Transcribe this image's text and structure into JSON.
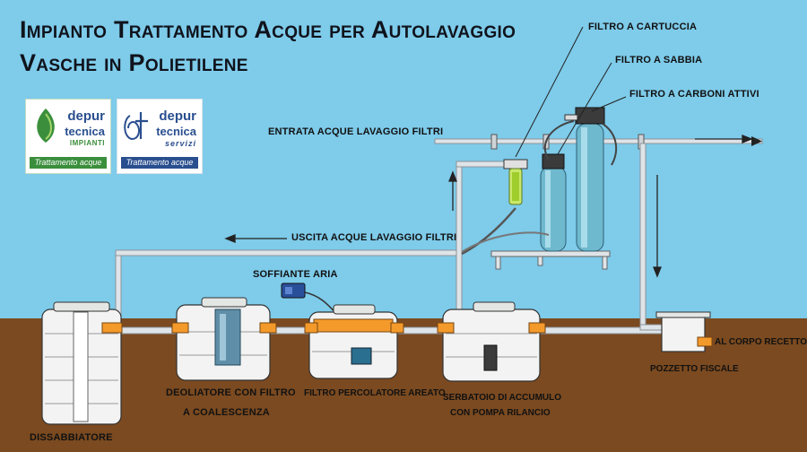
{
  "title": {
    "line1": "Impianto Trattamento Acque per Autolavaggio",
    "line2": "Vasche in Polietilene"
  },
  "logos": [
    {
      "brand_line1": "depur",
      "brand_line2": "tecnica",
      "division": "IMPIANTI",
      "tagline": "Trattamento acque",
      "accent_color": "#3b8f3c"
    },
    {
      "brand_line1": "depur",
      "brand_line2": "tecnica",
      "division": "servizi",
      "tagline": "Trattamento acque",
      "accent_color": "#2a4f8f"
    }
  ],
  "labels": {
    "filtro_cartuccia": "FILTRO A CARTUCCIA",
    "filtro_sabbia": "FILTRO A SABBIA",
    "filtro_carboni": "FILTRO A CARBONI ATTIVI",
    "entrata": "ENTRATA ACQUE LAVAGGIO FILTRI",
    "uscita": "USCITA ACQUE LAVAGGIO FILTRI",
    "soffiante": "SOFFIANTE ARIA",
    "corpo_recettore": "AL CORPO RECETTORE",
    "pozzetto": "POZZETTO FISCALE",
    "dissabbiatore": "DISSABBIATORE",
    "deoliatore_1": "DEOLIATORE CON FILTRO",
    "deoliatore_2": "A COALESCENZA",
    "percolatore": "FILTRO PERCOLATORE AREATO",
    "serbatoio_1": "SERBATOIO DI ACCUMULO",
    "serbatoio_2": "CON POMPA RILANCIO"
  },
  "colors": {
    "sky": "#7ecbea",
    "ground": "#7b4a20",
    "pipe": "#dfe4e8",
    "fitting": "#f39a2b",
    "tank": "#f2f3f2"
  }
}
